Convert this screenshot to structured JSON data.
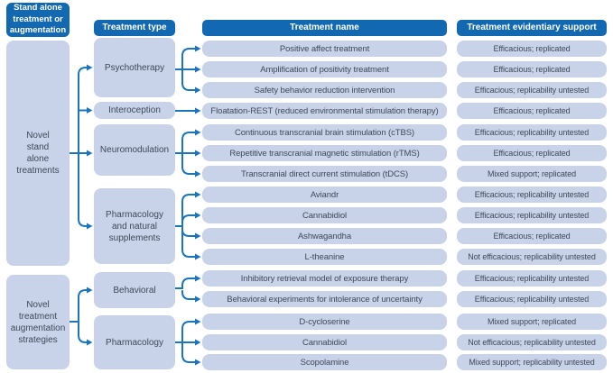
{
  "colors": {
    "header_blue": "#1268B1",
    "box_blue": "#C8D2E9",
    "arrow_blue": "#1B74BC",
    "text_dark": "#3E4A59",
    "header_text": "#FFFFFF",
    "background": "#FFFFFF"
  },
  "corner_header": "Stand alone\ntreatment or\naugmentation",
  "column_headers": {
    "treatment_type": "Treatment type",
    "treatment_name": "Treatment name",
    "evidentiary_support": "Treatment evidentiary support"
  },
  "left_groups": [
    {
      "label": "Novel\nstand\nalone\ntreatments"
    },
    {
      "label": "Novel\ntreatment\naugmentation\nstrategies"
    }
  ],
  "treatment_types": [
    {
      "label": "Psychotherapy"
    },
    {
      "label": "Interoception"
    },
    {
      "label": "Neuromodulation"
    },
    {
      "label": "Pharmacology\nand natural\nsupplements"
    },
    {
      "label": "Behavioral"
    },
    {
      "label": "Pharmacology"
    }
  ],
  "rows": [
    {
      "name": "Positive affect treatment",
      "support": "Efficacious; replicated"
    },
    {
      "name": "Amplification of positivity treatment",
      "support": "Efficacious; replicated"
    },
    {
      "name": "Safety behavior reduction intervention",
      "support": "Efficacious; replicability untested"
    },
    {
      "name": "Floatation-REST (reduced environmental stimulation therapy)",
      "support": "Efficacious; replicated"
    },
    {
      "name": "Continuous transcranial brain stimulation (cTBS)",
      "support": "Efficacious; replicability untested"
    },
    {
      "name": "Repetitive transcranial magnetic stimulation (rTMS)",
      "support": "Efficacious; replicated"
    },
    {
      "name": "Transcranial direct current stimulation (tDCS)",
      "support": "Mixed support; replicated"
    },
    {
      "name": "Aviandr",
      "support": "Efficacious; replicability untested"
    },
    {
      "name": "Cannabidiol",
      "support": "Efficacious; replicability untested"
    },
    {
      "name": "Ashwagandha",
      "support": "Efficacious; replicated"
    },
    {
      "name": "L-theanine",
      "support": "Not efficacious; replicability untested"
    },
    {
      "name": "Inhibitory retrieval model of exposure therapy",
      "support": "Efficacious; replicability untested"
    },
    {
      "name": "Behavioral experiments for intolerance of uncertainty",
      "support": "Efficacious; replicability untested"
    },
    {
      "name": "D-cycloserine",
      "support": "Mixed support; replicated"
    },
    {
      "name": "Cannabidiol",
      "support": "Not efficacious; replicability untested"
    },
    {
      "name": "Scopolamine",
      "support": "Mixed support; replicability untested"
    }
  ]
}
